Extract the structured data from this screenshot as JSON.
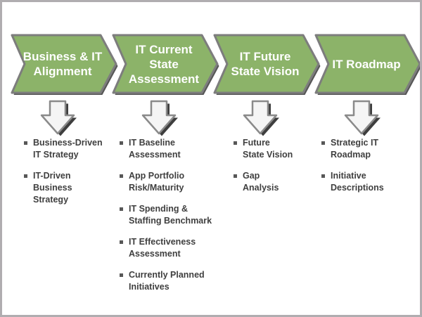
{
  "diagram": {
    "type": "process-chevron-flow",
    "colors": {
      "chevron_fill": "#8cb369",
      "chevron_outline": "#7d7d7d",
      "chevron_shadow": "#565656",
      "arrow_fill": "#f5f5f5",
      "arrow_outline": "#8a8a8a",
      "arrow_shadow": "#3e3e3e",
      "bullet_text": "#3f3f3f",
      "frame_border": "#b0adb0",
      "title_text": "#ffffff"
    },
    "steps": [
      {
        "title": "Business & IT\nAlignment",
        "items": [
          "Business-Driven\nIT Strategy",
          "IT-Driven\nBusiness\nStrategy"
        ]
      },
      {
        "title": "IT Current\nState\nAssessment",
        "items": [
          "IT Baseline\nAssessment",
          "App Portfolio\nRisk/Maturity",
          "IT Spending &\nStaffing Benchmark",
          "IT Effectiveness\nAssessment",
          "Currently Planned\nInitiatives"
        ]
      },
      {
        "title": "IT Future\nState Vision",
        "items": [
          "Future\nState Vision",
          "Gap\nAnalysis"
        ]
      },
      {
        "title": "IT Roadmap",
        "items": [
          "Strategic IT\nRoadmap",
          "Initiative\nDescriptions"
        ]
      }
    ]
  }
}
